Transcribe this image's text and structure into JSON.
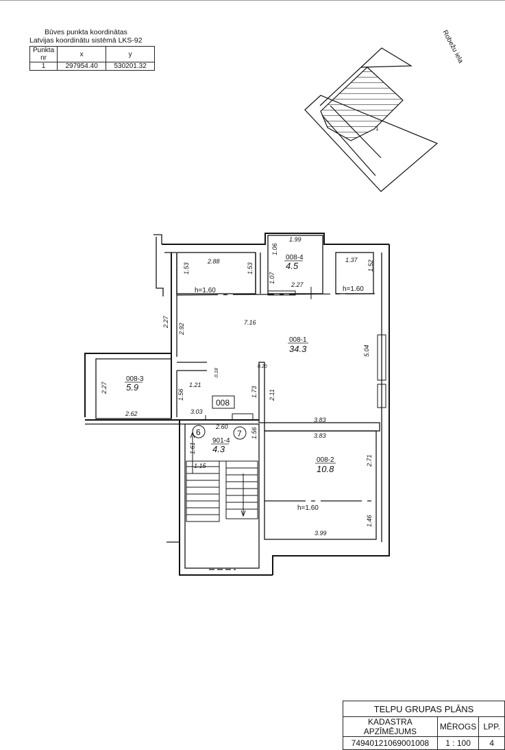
{
  "coords_header": {
    "line1": "Būves punkta koordinātas",
    "line2": "Latvijas koordinātu sistēmā LKS-92"
  },
  "coords_table": {
    "headers": [
      "Punkta nr",
      "x",
      "y"
    ],
    "rows": [
      [
        "1",
        "297954.40",
        "530201.32"
      ]
    ]
  },
  "street_label": "Robežu iela",
  "site_plan_point": "1",
  "rooms": {
    "r1": {
      "code": "008-1",
      "area": "34.3"
    },
    "r2": {
      "code": "008-2",
      "area": "10.8"
    },
    "r3": {
      "code": "008-3",
      "area": "5.9"
    },
    "r4": {
      "code": "008-4",
      "area": "4.5"
    },
    "stair": {
      "code": "901-4",
      "area": "4.3"
    }
  },
  "group_label": "008",
  "markers": [
    "6",
    "7"
  ],
  "heights": [
    "h=1.60",
    "h=1.60",
    "h=1.60"
  ],
  "dims": {
    "d288": "2.88",
    "d153a": "1.53",
    "d153b": "1.53",
    "d199": "1.99",
    "d106": "1.06",
    "d107": "1.07",
    "d227a": "2.27",
    "d137": "1.37",
    "d152": "1.52",
    "d227b": "2.27",
    "d292": "2.92",
    "d716": "7.16",
    "d504": "5.04",
    "d018": "0.18",
    "d020": "0.20",
    "d121": "1.21",
    "d227c": "2.27",
    "d156a": "1.56",
    "d303": "3.03",
    "d173": "1.73",
    "d211": "2.11",
    "d262": "2.62",
    "d383a": "3.83",
    "d383b": "3.83",
    "d260": "2.60",
    "d156b": "1.56",
    "d161": "1.61",
    "d271": "2.71",
    "d115": "1.15",
    "d146": "1.46",
    "d399": "3.99"
  },
  "title_block": {
    "title": "TELPU GRUPAS PLĀNS",
    "col1": "KADASTRA APZĪMĒJUMS",
    "col2": "MĒROGS",
    "col3": "LPP.",
    "val1": "74940121069001008",
    "val2": "1 : 100",
    "val3": "4"
  }
}
